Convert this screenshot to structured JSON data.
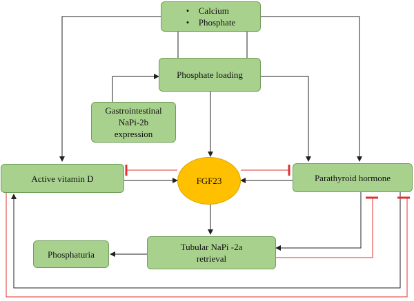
{
  "nodes": {
    "calcium_phosphate": {
      "items": [
        "Calcium",
        "Phosphate"
      ]
    },
    "phosphate_loading": {
      "label": "Phosphate loading"
    },
    "gi_napi": {
      "lines": [
        "Gastrointestinal",
        "NaPi-2b",
        "expression"
      ]
    },
    "active_vitamin_d": {
      "label": "Active vitamin D"
    },
    "fgf23": {
      "label": "FGF23"
    },
    "parathyroid_hormone": {
      "label": "Parathyroid hormone"
    },
    "tubular_napi": {
      "lines": [
        "Tubular NaPi -2a",
        "retrieval"
      ]
    },
    "phosphaturia": {
      "label": "Phosphaturia"
    }
  },
  "colors": {
    "box_fill": "#a9d18e",
    "box_border": "#6f9e58",
    "fgf23_fill": "#ffc000",
    "activation_line": "#222222",
    "inhibition_line": "#e0302f"
  }
}
